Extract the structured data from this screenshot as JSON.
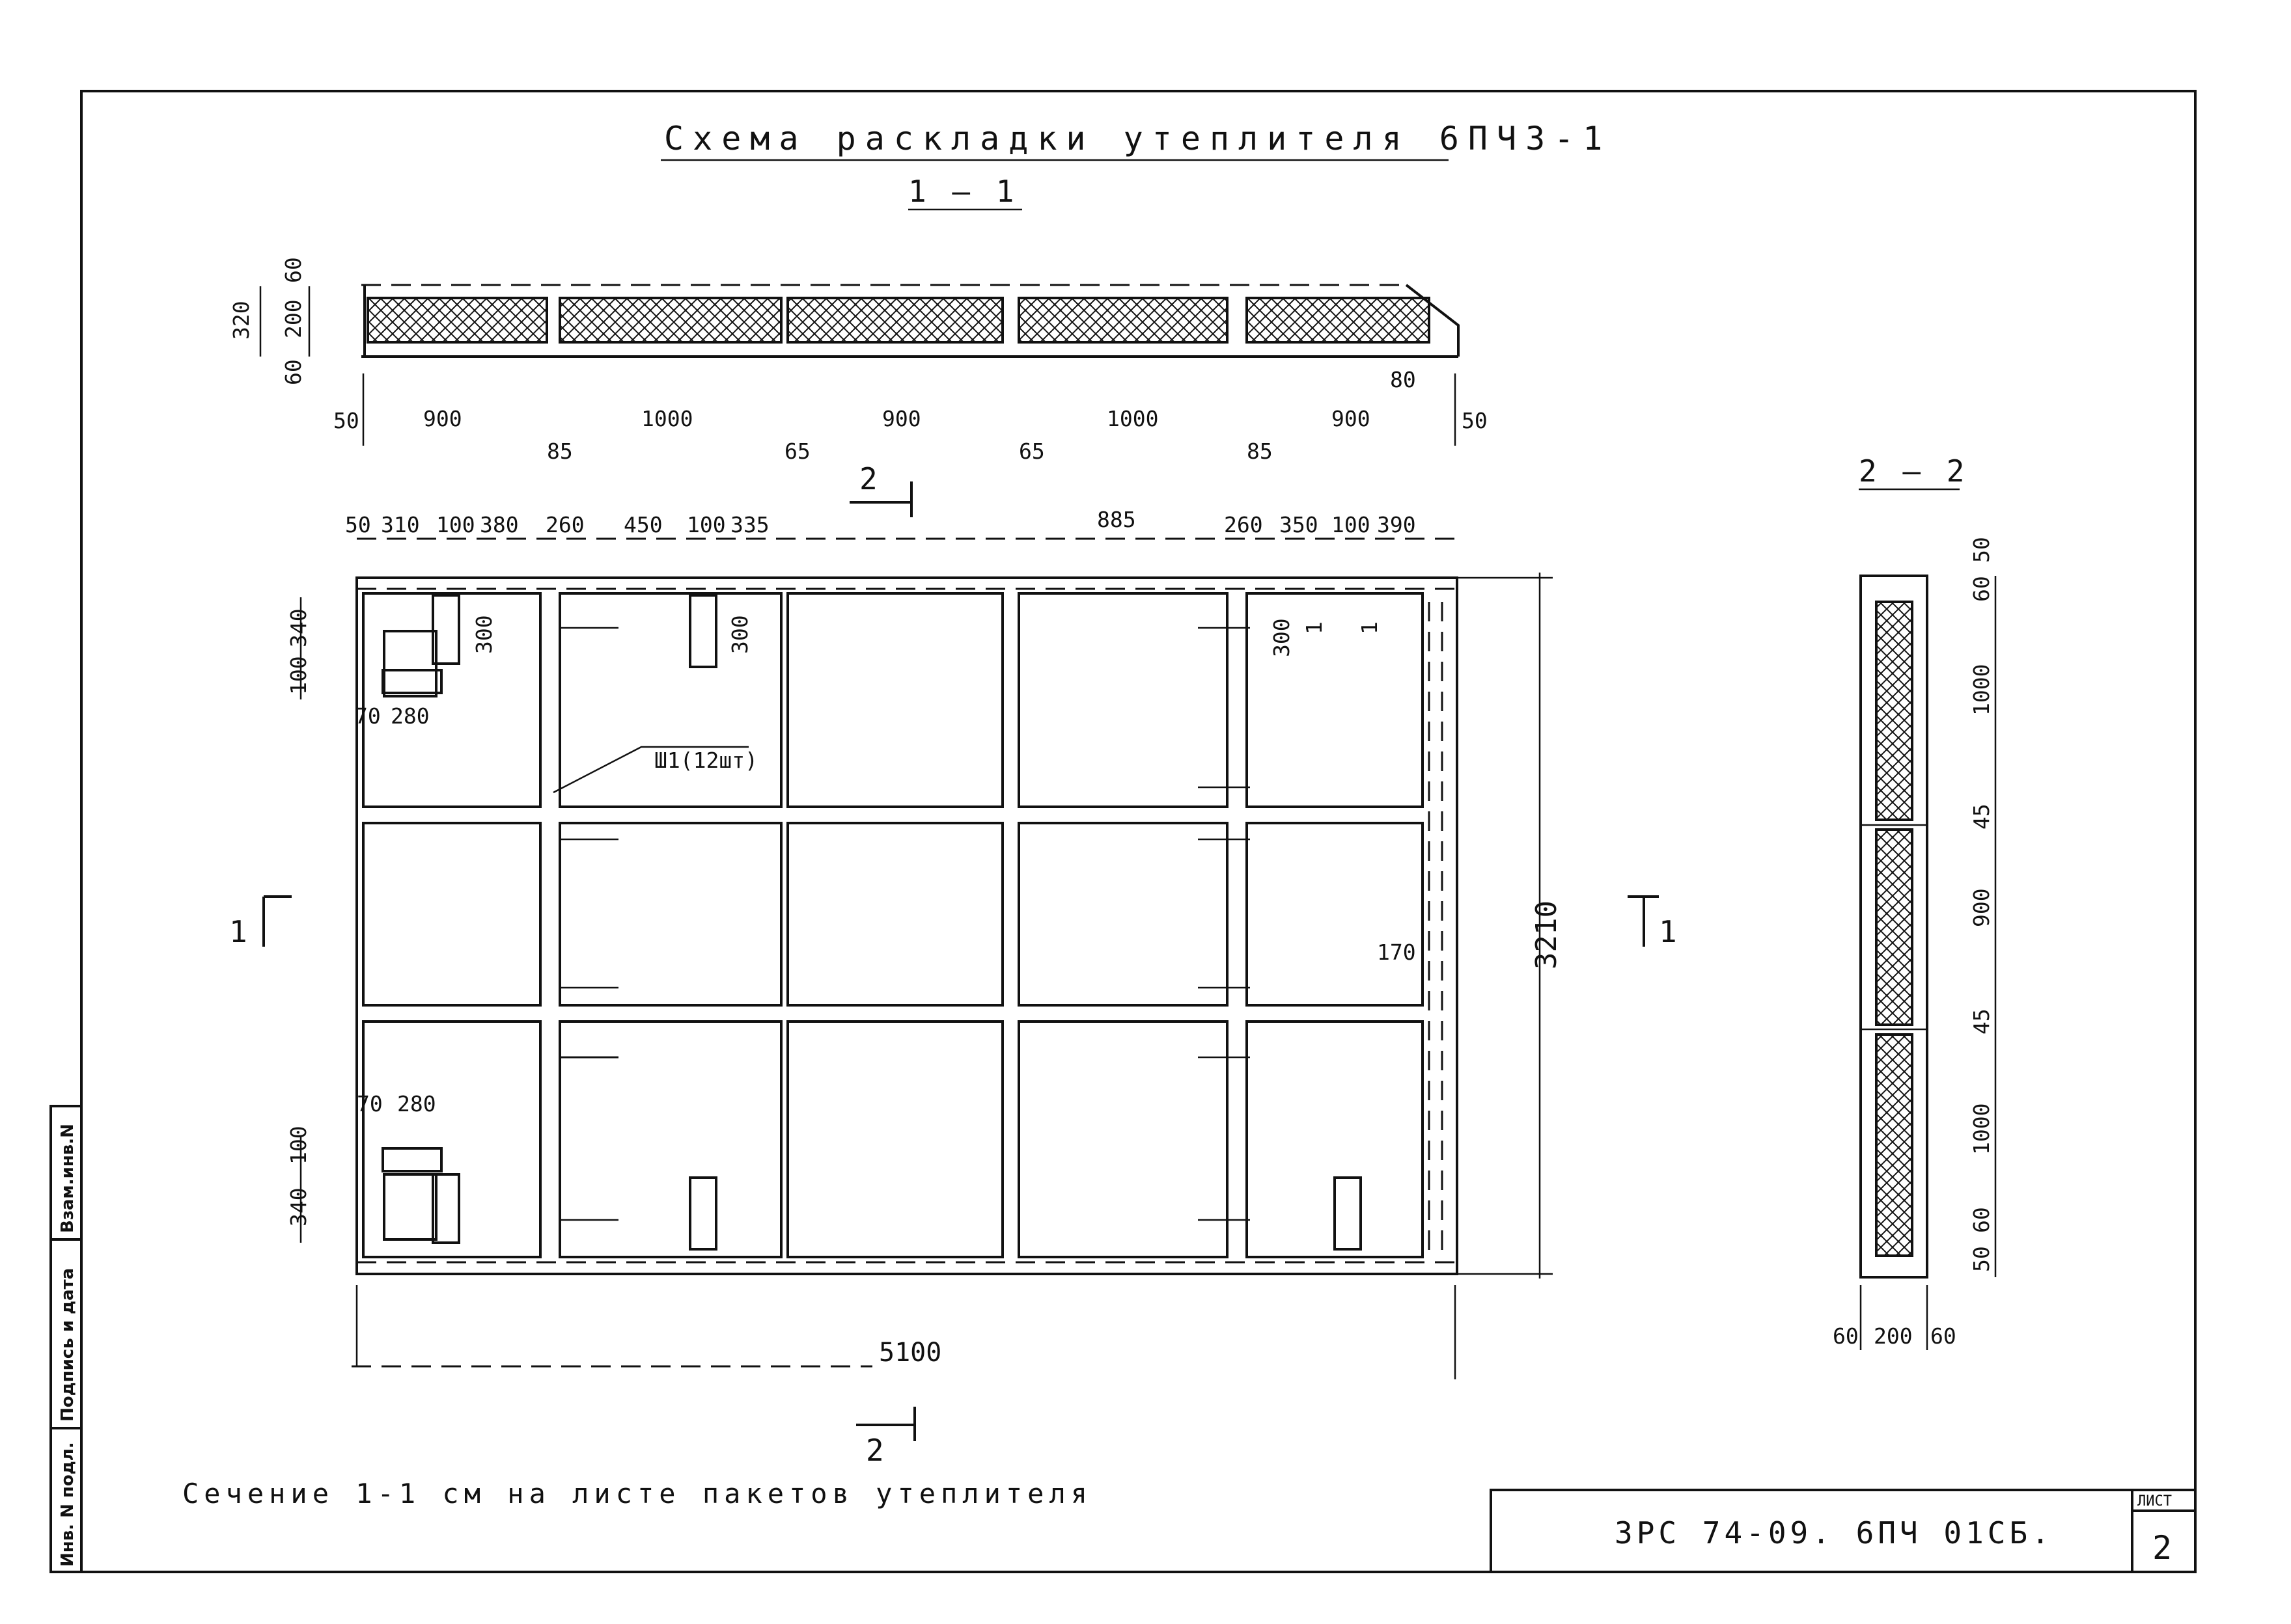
{
  "sheet": {
    "title": "Схема раскладки утеплителя 6ПЧ3-1",
    "section_top": "1 — 1",
    "section_side": "2 — 2",
    "mark_section_1": "1",
    "mark_section_2": "2",
    "note": "Сечение 1-1 см на листе пакетов утеплителя",
    "drawing_code": "3РС 74-09. 6ПЧ 01СБ.",
    "sheet_label": "ЛИСТ",
    "sheet_number": "2",
    "stamp_labels": [
      "Взам.инв.N",
      "Подпись и дата",
      "Инв. N подл."
    ]
  },
  "top_section": {
    "height_dims": [
      "320",
      "60",
      "200",
      "60"
    ],
    "spans": [
      "50",
      "900",
      "85",
      "1000",
      "65",
      "900",
      "65",
      "1000",
      "85",
      "900",
      "80",
      "50"
    ]
  },
  "plan": {
    "top_dims": [
      "50",
      "310",
      "100",
      "380",
      "260",
      "450",
      "100",
      "335",
      "885",
      "260",
      "350",
      "100",
      "390"
    ],
    "left_dims_top": [
      "340",
      "100",
      "70",
      "280",
      "300",
      "300"
    ],
    "left_dims_bottom": [
      "70",
      "280",
      "100",
      "340"
    ],
    "right_dims": [
      "300",
      "1",
      "1",
      "170"
    ],
    "label_sh": "Ш1(12шт)",
    "overall_height": "3210",
    "overall_width": "5100"
  },
  "side_section": {
    "dims": [
      "50",
      "60",
      "1000",
      "45",
      "900",
      "45",
      "1000",
      "60",
      "50"
    ],
    "bottom_dims": [
      "60",
      "200",
      "60"
    ]
  }
}
